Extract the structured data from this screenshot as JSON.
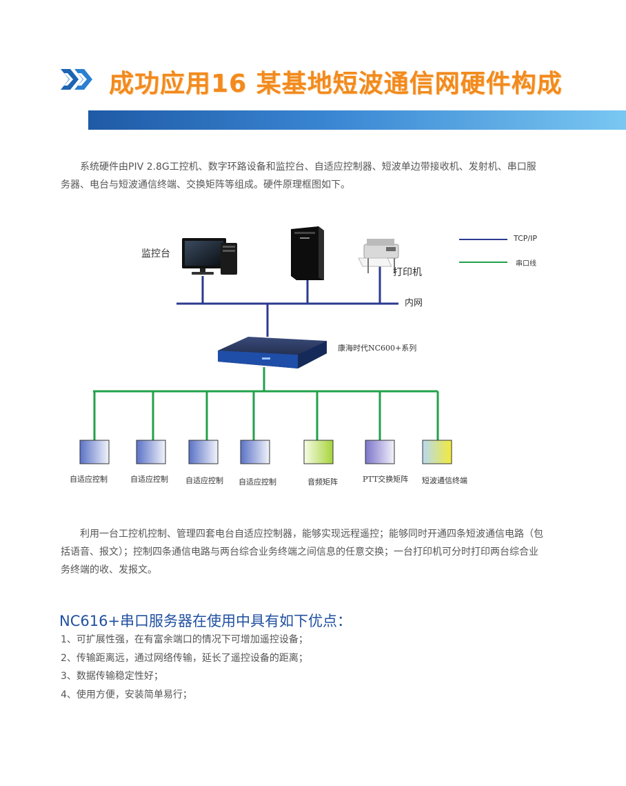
{
  "header": {
    "title": "成功应用16  某基地短波通信网硬件构成"
  },
  "intro": {
    "text": "系统硬件由PIV 2.8G工控机、数字环路设备和监控台、自适应控制器、短波单边带接收机、发射机、串口服务器、电台与短波通信终端、交换矩阵等组成。硬件原理框图如下。"
  },
  "diagram": {
    "legend": [
      {
        "label": "TCP/IP",
        "color": "#2b3a8f"
      },
      {
        "label": "串口线",
        "color": "#22a04a"
      }
    ],
    "nodes": {
      "monitor": "监控台",
      "printer": "打印机",
      "lan": "内网",
      "server": "康海时代NC600+系列"
    },
    "devices": [
      {
        "label": "自适应控制",
        "color_from": "#5a72c6",
        "color_to": "#f2f4fb"
      },
      {
        "label": "自适应控制",
        "color_from": "#5a72c6",
        "color_to": "#f2f4fb"
      },
      {
        "label": "自适应控制",
        "color_from": "#5a72c6",
        "color_to": "#f2f4fb"
      },
      {
        "label": "自适应控制",
        "color_from": "#5a72c6",
        "color_to": "#f2f4fb"
      },
      {
        "label": "音频矩阵",
        "color_from": "#f6fbe6",
        "color_to": "#a6d43a"
      },
      {
        "label": "PTT交换矩阵",
        "color_from": "#7d74c9",
        "color_to": "#f3f2fb"
      },
      {
        "label": "短波通信终端",
        "color_from": "#b7d9f0",
        "color_to": "#f2ea3a"
      }
    ]
  },
  "usage": {
    "text": "利用一台工控机控制、管理四套电台自适应控制器，能够实现远程遥控；能够同时开通四条短波通信电路（包括语音、报文）；控制四条通信电路与两台综合业务终端之间信息的任意交换；一台打印机可分时打印两台综合业务终端的收、发报文。"
  },
  "advantages": {
    "title": "NC616+串口服务器在使用中具有如下优点：",
    "items": [
      "1、可扩展性强，在有富余端口的情况下可增加遥控设备；",
      "2、传输距离远，通过网络传输，延长了遥控设备的距离；",
      "3、数据传输稳定性好；",
      "4、使用方便，安装简单易行；"
    ]
  }
}
